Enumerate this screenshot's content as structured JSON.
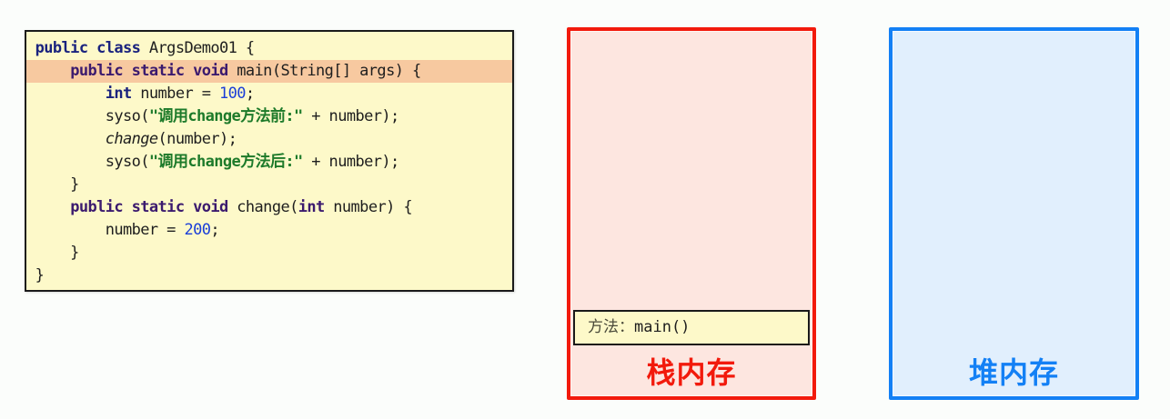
{
  "code": {
    "class_decl": {
      "kw1": "public",
      "kw2": "class",
      "name": " ArgsDemo01 {"
    },
    "main_decl": {
      "indent": "    ",
      "kw1": "public",
      "kw2": "static",
      "kw3": "void",
      "rest": " main(String[] args) {"
    },
    "int_decl": {
      "indent": "        ",
      "kw": "int",
      "mid": " number = ",
      "num": "100",
      "end": ";"
    },
    "syso_before": {
      "indent": "        syso(",
      "q1": "\"",
      "cn1": "调用",
      "mid": "change",
      "cn2": "方法前",
      "q2": ":\"",
      "end": " + number);"
    },
    "change_call": {
      "indent": "        ",
      "call": "change",
      "end": "(number);"
    },
    "syso_after": {
      "indent": "        syso(",
      "q1": "\"",
      "cn1": "调用",
      "mid": "change",
      "cn2": "方法后",
      "q2": ":\"",
      "end": " + number);"
    },
    "main_close": "    }",
    "change_decl": {
      "indent": "    ",
      "kw1": "public",
      "kw2": "static",
      "kw3": "void",
      "name": " change(",
      "kw4": "int",
      "rest": " number) {"
    },
    "assign": {
      "indent": "        number = ",
      "num": "200",
      "end": ";"
    },
    "change_close": "    }",
    "class_close": "}"
  },
  "stack": {
    "label": "栈内存",
    "frame": {
      "prefix": "方法：",
      "method": "main()"
    },
    "color": "#f21a0c",
    "fill": "#fde6e0"
  },
  "heap": {
    "label": "堆内存",
    "color": "#1380f5",
    "fill": "#e1effd"
  },
  "highlight_color": "#f7c9a0",
  "code_bg": "#fdf9c9"
}
